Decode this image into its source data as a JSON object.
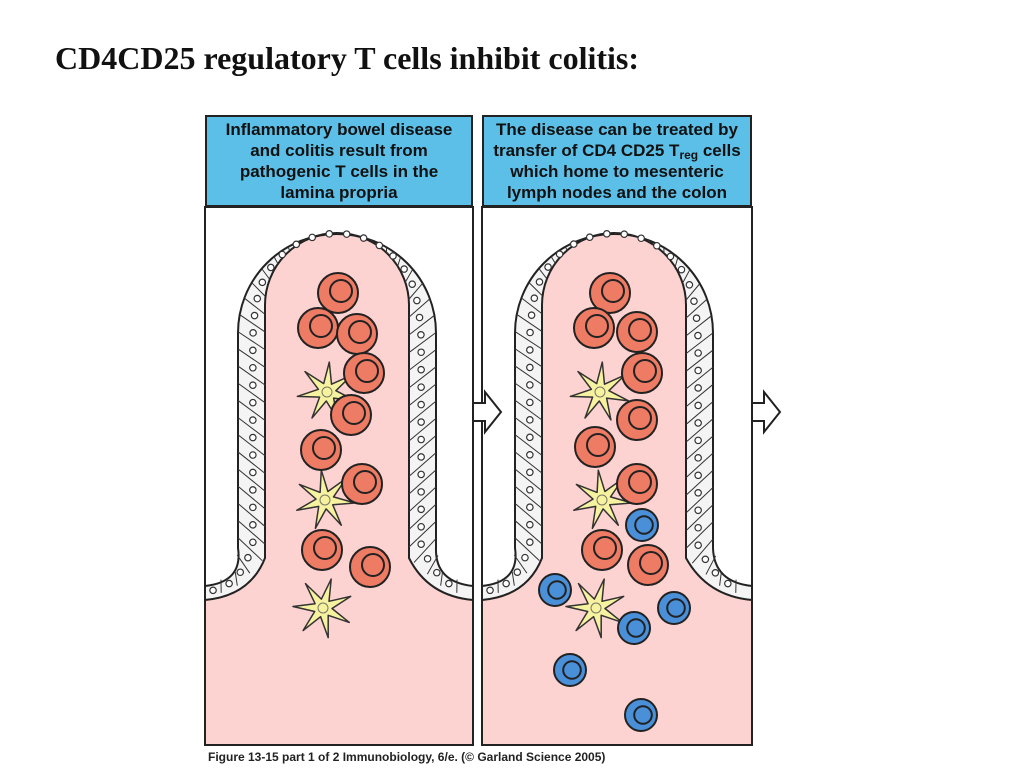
{
  "slide": {
    "title": "CD4CD25 regulatory T cells inhibit colitis:"
  },
  "panels": [
    {
      "lines": [
        "Inflammatory bowel disease",
        "and colitis result from",
        "pathogenic T cells in the",
        "lamina propria"
      ]
    },
    {
      "lines": [
        "The disease can be treated by",
        "transfer of CD4 CD25 T",
        "which home to mesenteric",
        "lymph nodes and the colon"
      ],
      "subscript": "reg",
      "line2_suffix": " cells"
    }
  ],
  "caption": "Figure 13-15 part 1 of 2  Immunobiology, 6/e. (© Garland Science 2005)",
  "colors": {
    "header": "#5bbfe8",
    "lamina": "#fcd3d0",
    "pathogenic_t_cell": "#ee7b64",
    "treg_cell": "#4a90d9",
    "dendritic_cell": "#f7f2a0",
    "epithelium": "#f4f4f4"
  },
  "icons": {
    "pathogenic_t_cell": "red-t-cell-icon",
    "treg_cell": "blue-treg-cell-icon",
    "dendritic_cell": "yellow-dendritic-cell-icon",
    "arrow": "right-arrow-icon"
  }
}
